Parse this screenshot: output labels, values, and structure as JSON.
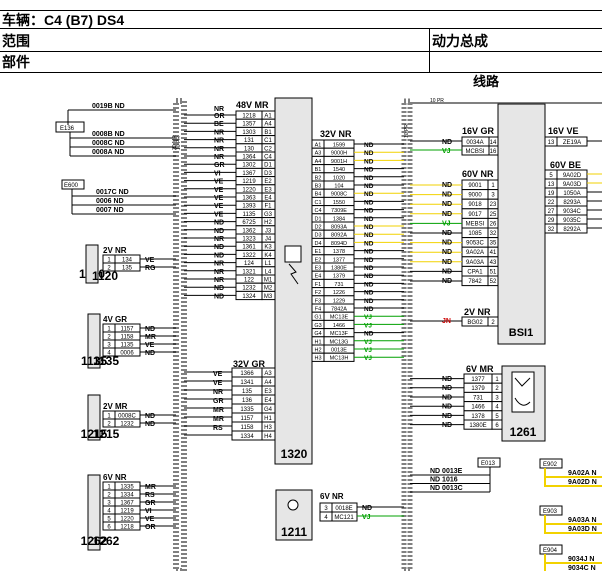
{
  "header": {
    "vehicle_label": "车辆：C4 (B7) DS4",
    "scope_label": "范围",
    "scope_value": "动力总成",
    "part_label": "部件",
    "part_value": ""
  },
  "diagram": {
    "title": "线路",
    "colors": {
      "wire": "#000000",
      "yellow_wire": "#f2d200",
      "green_wire": "#00a000",
      "red_text": "#cc0000",
      "harness": "#808080",
      "component_fill": "#e6e6e6"
    },
    "top_ground_labels": {
      "left_strip": "10 PR",
      "right_strip": "10 PR"
    },
    "left_fuse_blocks": {
      "block1": {
        "id": "E136",
        "top": "0019B ND",
        "wires": [
          "0008B ND",
          "0008C ND",
          "0008A ND"
        ]
      },
      "block2": {
        "id": "E600",
        "wires": [
          "0017C ND",
          "0006 ND",
          "0007 ND"
        ]
      }
    },
    "connector_48": {
      "title": "48V MR",
      "side_label": "20 MR",
      "colors": [
        "OR",
        "BE",
        "NR",
        "NR",
        "NR",
        "NR",
        "GR",
        "VI",
        "VE",
        "VE",
        "VE",
        "VE",
        "VE",
        "ND",
        "ND",
        "NR",
        "ND",
        "ND",
        "NR",
        "NR",
        "NR",
        "ND",
        "ND",
        "NR"
      ],
      "rows": [
        [
          "1218",
          "A1"
        ],
        [
          "1357",
          "A4"
        ],
        [
          "1303",
          "B1"
        ],
        [
          "131",
          "C1"
        ],
        [
          "130",
          "C2"
        ],
        [
          "1364",
          "C4"
        ],
        [
          "1302",
          "D1"
        ],
        [
          "1367",
          "D3"
        ],
        [
          "1219",
          "E2"
        ],
        [
          "1220",
          "E3"
        ],
        [
          "1363",
          "E4"
        ],
        [
          "1393",
          "F1"
        ],
        [
          "1135",
          "G3"
        ],
        [
          "6725",
          "H2"
        ],
        [
          "1362",
          "J3"
        ],
        [
          "1323",
          "J4"
        ],
        [
          "1361",
          "K3"
        ],
        [
          "1322",
          "K4"
        ],
        [
          "124",
          "L1"
        ],
        [
          "1321",
          "L4"
        ],
        [
          "122",
          "M1"
        ],
        [
          "1232",
          "M2"
        ],
        [
          "1324",
          "M3"
        ]
      ]
    },
    "connector_32gr": {
      "title": "32V GR",
      "colors": [
        "VE",
        "VE",
        "NR",
        "GR",
        "MR",
        "MR",
        "RS"
      ],
      "rows": [
        [
          "1366",
          "A3"
        ],
        [
          "1341",
          "A4"
        ],
        [
          "135",
          "E3"
        ],
        [
          "136",
          "E4"
        ],
        [
          "1335",
          "G4"
        ],
        [
          "1157",
          "H1"
        ],
        [
          "1158",
          "H3"
        ],
        [
          "1334",
          "H4"
        ]
      ]
    },
    "ecu_1320": {
      "number": "1320"
    },
    "connector_32nr": {
      "title": "32V NR",
      "colors": [
        "ND",
        "ND",
        "ND",
        "ND",
        "ND",
        "ND",
        "ND",
        "ND",
        "ND",
        "ND",
        "ND",
        "ND",
        "ND",
        "ND",
        "ND",
        "ND",
        "ND",
        "ND",
        "ND",
        "ND",
        "ND",
        "VJ",
        "VJ",
        "ND",
        "VJ",
        "VJ",
        "VJ",
        "VJ"
      ],
      "rows": [
        [
          "A1",
          "1599"
        ],
        [
          "A3",
          "9000H"
        ],
        [
          "A4",
          "9001H"
        ],
        [
          "B1",
          "1540"
        ],
        [
          "B2",
          "1020"
        ],
        [
          "B3",
          "104"
        ],
        [
          "B4",
          "9008C"
        ],
        [
          "C1",
          "1550"
        ],
        [
          "C4",
          "7309E"
        ],
        [
          "D1",
          "1384"
        ],
        [
          "D2",
          "8093A"
        ],
        [
          "D3",
          "8092A"
        ],
        [
          "D4",
          "8094D"
        ],
        [
          "E1",
          "1378"
        ],
        [
          "E2",
          "1377"
        ],
        [
          "E3",
          "1380E"
        ],
        [
          "E4",
          "1379"
        ],
        [
          "F1",
          "731"
        ],
        [
          "F2",
          "1226"
        ],
        [
          "F3",
          "1229"
        ],
        [
          "F4",
          "7842A"
        ],
        [
          "G1",
          "MC13E"
        ],
        [
          "G3",
          "1466"
        ],
        [
          "G4",
          "MC13F"
        ],
        [
          "H1",
          "MC13G"
        ],
        [
          "H2",
          "0013E"
        ],
        [
          "H3",
          "MC13H"
        ]
      ]
    },
    "component_1120": {
      "number": "1120",
      "connector": "2V NR",
      "rows": [
        [
          "1",
          "134",
          "VE"
        ],
        [
          "2",
          "135",
          "RG"
        ]
      ]
    },
    "component_1135": {
      "number": "1135",
      "connector": "4V GR",
      "rows": [
        [
          "1",
          "1157",
          "ND"
        ],
        [
          "2",
          "1158",
          "MR"
        ],
        [
          "3",
          "1135",
          "VE"
        ],
        [
          "4",
          "0006",
          "ND"
        ]
      ]
    },
    "component_1215": {
      "number": "1215",
      "connector": "2V MR",
      "rows": [
        [
          "1",
          "0008C",
          "ND"
        ],
        [
          "2",
          "1232",
          "ND"
        ]
      ]
    },
    "component_1262": {
      "number": "1262",
      "connector": "6V NR",
      "rows": [
        [
          "1",
          "1335",
          "MR"
        ],
        [
          "2",
          "1334",
          "RS"
        ],
        [
          "3",
          "1367",
          "GR"
        ],
        [
          "4",
          "1219",
          "VI"
        ],
        [
          "5",
          "1220",
          "VE"
        ],
        [
          "6",
          "1218",
          "OR"
        ]
      ]
    },
    "component_1211": {
      "number": "1211",
      "connector": "6V NR",
      "rows": [
        [
          "3",
          "0018E",
          "ND"
        ],
        [
          "4",
          "MC121",
          "VJ"
        ]
      ]
    },
    "bsi": {
      "number": "BSI1",
      "conn_16gr": {
        "title": "16V GR",
        "rows": [
          [
            "ND",
            "0034A",
            "14"
          ],
          [
            "VJ",
            "MCBSI",
            "16"
          ]
        ]
      },
      "conn_60nr": {
        "title": "60V NR",
        "colors": [
          "ND",
          "ND",
          "ND",
          "ND",
          "VJ",
          "ND",
          "ND",
          "ND",
          "ND",
          "ND",
          "ND"
        ],
        "rows": [
          [
            "9001",
            "1"
          ],
          [
            "9000",
            "3"
          ],
          [
            "9018",
            "23"
          ],
          [
            "9017",
            "25"
          ],
          [
            "MEBSI",
            "26"
          ],
          [
            "1085",
            "32"
          ],
          [
            "9053C",
            "35"
          ],
          [
            "9A02A",
            "41"
          ],
          [
            "9A03A",
            "43"
          ],
          [
            "CPA1",
            "51"
          ],
          [
            "7842",
            "52"
          ]
        ]
      },
      "conn_2nr": {
        "title": "2V NR",
        "rows": [
          [
            "JN",
            "BG02",
            "2"
          ]
        ]
      },
      "conn_16ve": {
        "title": "16V VE",
        "rows": [
          [
            "13",
            "ZE19A"
          ]
        ]
      },
      "conn_60be": {
        "title": "60V BE",
        "rows": [
          [
            "5",
            "9A02D"
          ],
          [
            "13",
            "9A03D"
          ],
          [
            "19",
            "1050A"
          ],
          [
            "22",
            "8293A"
          ],
          [
            "27",
            "9034C"
          ],
          [
            "29",
            "9035C"
          ],
          [
            "32",
            "8292A"
          ]
        ]
      }
    },
    "component_1261": {
      "number": "1261",
      "connector": "6V MR",
      "colors": [
        "ND",
        "ND",
        "ND",
        "ND",
        "ND",
        "ND"
      ],
      "rows": [
        [
          "1377",
          "1"
        ],
        [
          "1379",
          "2"
        ],
        [
          "731",
          "3"
        ],
        [
          "1466",
          "4"
        ],
        [
          "1378",
          "5"
        ],
        [
          "1380E",
          "6"
        ]
      ]
    },
    "ground_e013": {
      "id": "E013",
      "wires": [
        "ND 0013E",
        "ND 1016",
        "ND 0013C"
      ]
    },
    "fuse_e902": {
      "id": "E902",
      "wires": [
        "9A02A N",
        "9A02D N"
      ]
    },
    "fuse_e903": {
      "id": "E903",
      "wires": [
        "9A03A N",
        "9A03D N"
      ]
    },
    "fuse_e904": {
      "id": "E904",
      "wires": [
        "9034J N",
        "9034C N"
      ]
    }
  }
}
